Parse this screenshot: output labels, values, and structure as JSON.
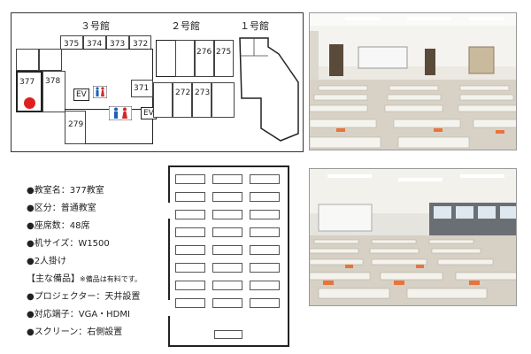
{
  "map": {
    "buildings": {
      "b3": "３号館",
      "b2": "２号館",
      "b1": "１号館"
    },
    "rooms": [
      "375",
      "374",
      "373",
      "372",
      "377",
      "378",
      "371",
      "276",
      "275",
      "272",
      "273",
      "279"
    ],
    "ev_label": "EV"
  },
  "info": {
    "room_name": "●教室名：377教室",
    "category": "●区分：普通教室",
    "seats": "●座席数：48席",
    "desk_size": "●机サイズ：W1500",
    "per_desk": "●2人掛け",
    "equipment_heading": "【主な備品】",
    "equipment_note": "※備品は有料です。",
    "projector": "●プロジェクター：天井設置",
    "terminals": "●対応端子：VGA・HDMI",
    "screen": "●スクリーン：右側設置"
  },
  "colors": {
    "highlight": "#e02020",
    "chair_orange": "#e8743a",
    "wc_blue": "#1f5fb8",
    "wc_red": "#d02a2a"
  }
}
